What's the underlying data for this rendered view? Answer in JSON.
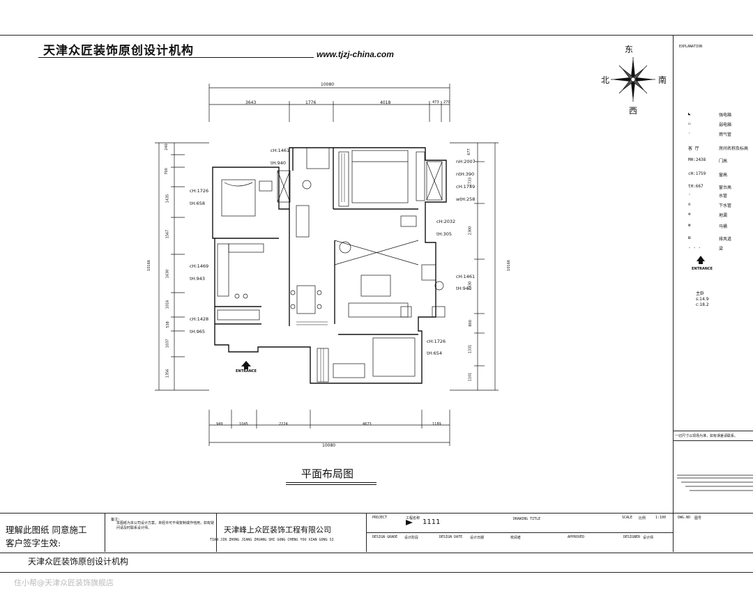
{
  "header": {
    "brand": "天津众匠装饰原创设计机构",
    "url": "www.tjzj-china.com"
  },
  "compass": {
    "north": "北",
    "east": "东",
    "south": "南",
    "west": "西"
  },
  "dimensions": {
    "top_total": "10080",
    "top_segments": [
      "3643",
      "1776",
      "4018",
      "473",
      "270"
    ],
    "bottom_total": "10080",
    "bottom_segments": [
      "949",
      "1045",
      "2224",
      "4673",
      "1189"
    ],
    "left_total": "10166",
    "left_segments": [
      "240",
      "700",
      "1435",
      "1567",
      "1630",
      "1016",
      "538",
      "1037",
      "1356"
    ],
    "right_total": "10166",
    "right_segments": [
      "677",
      "1733",
      "2300",
      "2330",
      "800",
      "1331",
      "1101"
    ]
  },
  "room_labels": {
    "top_mid_c": "cH:1461",
    "top_mid_t": "tH:940",
    "bed_left_c": "cH:1726",
    "bed_left_t": "tH:658",
    "kitchen_c": "cH:1469",
    "kitchen_t": "tH:943",
    "bath_left_c": "cH:1428",
    "bath_left_t": "tH:965",
    "master_n": "nH:2007",
    "master_nt": "ntH:390",
    "master_c": "cH:1749",
    "master_wt": "wtH:258",
    "living_c": "cH:2032",
    "living_t": "tH:305",
    "living_right_c": "cH:1461",
    "living_right_t": "tH:940",
    "bed_bottom_c": "cH:1726",
    "bed_bottom_t": "tH:654",
    "entrance": "ENTRANCE"
  },
  "drawing_title": "平面布局图",
  "legend": {
    "header": "EXPLANATION",
    "items": [
      {
        "sym": "◣",
        "label": "强电箱"
      },
      {
        "sym": "▭",
        "label": "弱电箱"
      },
      {
        "sym": "·",
        "label": "燃气管"
      },
      {
        "sym": "客 厅",
        "label": "房间名称及标高"
      },
      {
        "sym": "MH:2438",
        "label": "门高"
      },
      {
        "sym": "cH:1759",
        "label": "窗高"
      },
      {
        "sym": "tH:667",
        "label": "窗台高"
      },
      {
        "sym": "◦",
        "label": "水管"
      },
      {
        "sym": "⊙",
        "label": "下水管"
      },
      {
        "sym": "⊚",
        "label": "地漏"
      },
      {
        "sym": "⊛",
        "label": "马桶"
      },
      {
        "sym": "⊞",
        "label": "排风道"
      },
      {
        "sym": "- - -",
        "label": "梁"
      }
    ],
    "entrance": "ENTRANCE",
    "master_title": "主卧",
    "master_s": "s:14.9",
    "master_c": "c:18.2",
    "note": "一切尺寸以现场为准，如有误差请联系。"
  },
  "titleblock": {
    "client_line1": "理解此图纸    同意施工",
    "client_line2": "客户签字生效:",
    "notes_title": "备注:",
    "notes_text": "本图纸为本公司设计方案，未经许可不得复制或作他用，如有疑问请及时联系设计师。",
    "company_cn": "天津峰上众匠装饰工程有限公司",
    "company_py": "TIAN JIN ZHONG JIANG ZHUANG SHI GONG CHENG YOU XIAN GONG SI",
    "project_label": "PROJECT",
    "project_name_label": "工程名称",
    "project_value": "1111",
    "drawing_title_label": "DRAWING TITLE",
    "scale_label": "SCALE",
    "scale_cn": "比例",
    "scale_value": "1:100",
    "dwg_no_label": "DWG.NO",
    "dwg_no_cn": "图号",
    "design_grade_label": "DESIGN GRADE",
    "design_grade_cn": "设计阶段",
    "design_date_label": "DESIGN DATE",
    "design_date_cn": "设计日期",
    "checker_cn": "校阅者",
    "approved_label": "APPROVED",
    "designer_label": "DESIGNER",
    "designer_cn": "设计师"
  },
  "footer": {
    "brand": "天津众匠装饰原创设计机构",
    "watermark": "住小帮@天津众匠装饰旗舰店"
  }
}
